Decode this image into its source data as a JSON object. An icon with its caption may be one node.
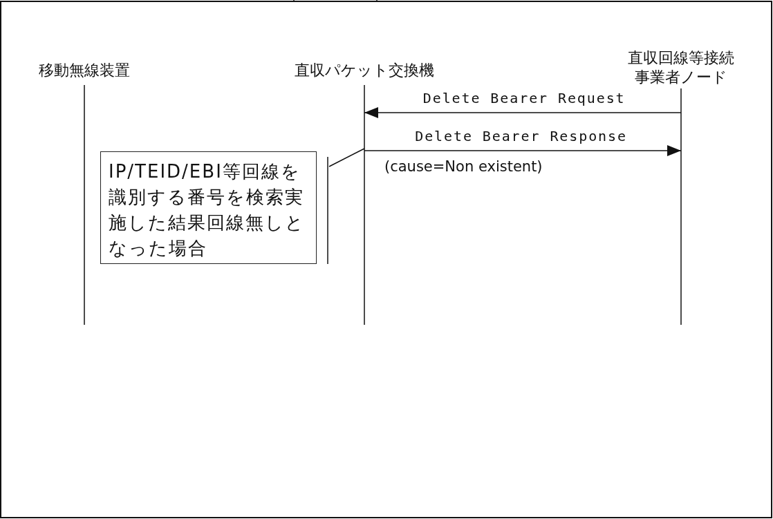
{
  "diagram": {
    "nodes": [
      {
        "text": [
          "移動無線装置"
        ]
      },
      {
        "text": [
          "直収パケット交換機"
        ]
      },
      {
        "text": [
          "直収回線等接続事業者ノード"
        ]
      },
      {
        "text": [
          "IP/TEID/EBI等回線を識別する番号を検索実施した結果回線無しとなった場合"
        ]
      }
    ],
    "edges": [
      {
        "from": 2,
        "to": 1,
        "arrow": "to",
        "label": "Delete Bearer Request"
      },
      {
        "from": 1,
        "to": 2,
        "arrow": "to",
        "label": "Delete Bearer Response"
      },
      {
        "from": 3,
        "to": 1,
        "arrow": "none"
      }
    ],
    "labels": [
      "(cause=Non existent)"
    ]
  }
}
